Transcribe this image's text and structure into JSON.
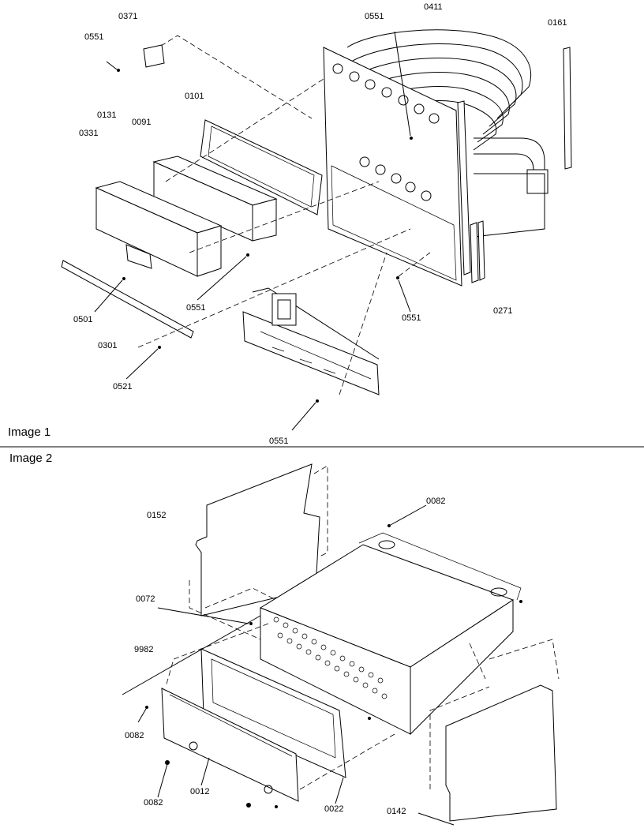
{
  "sections": {
    "image1": "Image 1",
    "image2": "Image 2"
  },
  "image1_labels": {
    "l0371": "0371",
    "l0551_a": "0551",
    "l0551_b": "0551",
    "l0411": "0411",
    "l0161": "0161",
    "l0131": "0131",
    "l0331": "0331",
    "l0091": "0091",
    "l0101": "0101",
    "l0551_c": "0551",
    "l0501": "0501",
    "l0301": "0301",
    "l0551_d": "0551",
    "l0271": "0271",
    "l0521": "0521",
    "l0551_e": "0551"
  },
  "image2_labels": {
    "l0152": "0152",
    "l0082_a": "0082",
    "l0072": "0072",
    "l9982": "9982",
    "l0082_b": "0082",
    "l0082_c": "0082",
    "l0012": "0012",
    "l0022": "0022",
    "l0142": "0142"
  }
}
